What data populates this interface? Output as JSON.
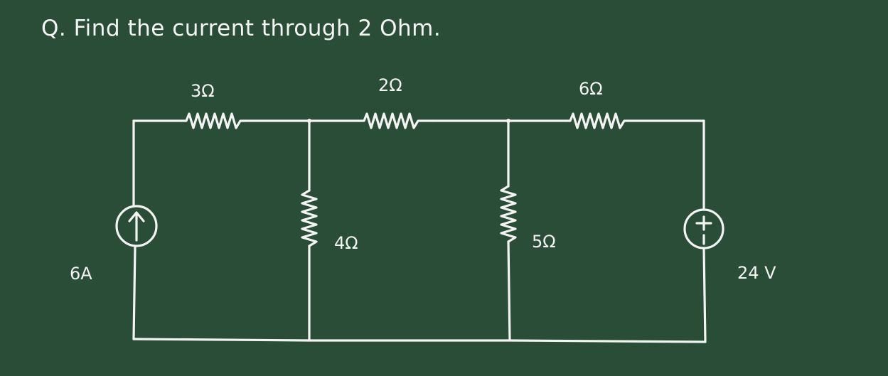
{
  "question": "Q. Find the current through 2 Ohm.",
  "components": {
    "r1": {
      "label": "3Ω"
    },
    "r2": {
      "label": "2Ω"
    },
    "r3": {
      "label": "6Ω"
    },
    "r4": {
      "label": "4Ω"
    },
    "r5": {
      "label": "5Ω"
    },
    "current_source": {
      "label": "6A",
      "direction": "up"
    },
    "voltage_source": {
      "label": "24 V",
      "plus": "+",
      "minus": "−"
    }
  },
  "colors": {
    "board": "#2a4d37",
    "chalk": "#f3f3f3"
  }
}
